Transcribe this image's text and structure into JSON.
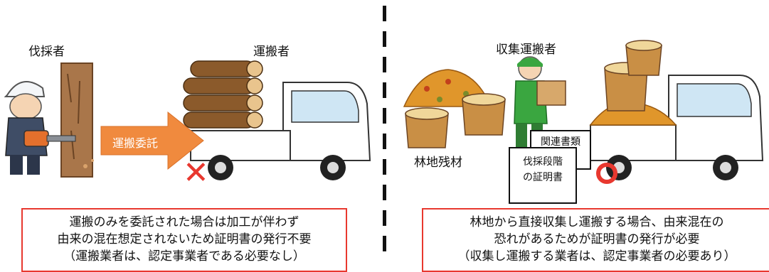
{
  "left": {
    "feller_label": "伐採者",
    "transporter_label": "運搬者",
    "arrow_label": "運搬委託",
    "mark": "✕",
    "note_lines": [
      "運搬のみを委託された場合は加工が伴わず",
      "由来の混在想定されないため証明書の発行不要",
      "（運搬業者は、認定事業者である必要なし）"
    ]
  },
  "right": {
    "collector_label": "収集運搬者",
    "residue_label": "林地残材",
    "doc_related": "関連書類",
    "doc_cert_line1": "伐採段階",
    "doc_cert_line2": "の証明書",
    "mark": "○",
    "note_lines": [
      "林地から直接収集し運搬する場合、由来混在の",
      "恐れがあるためが証明書の発行が必要",
      "（収集し運搬する業者は、認定事業者の必要あり）"
    ]
  },
  "colors": {
    "accent_red": "#e8382f",
    "arrow_orange": "#f08a3e",
    "truck_white": "#ffffff"
  }
}
